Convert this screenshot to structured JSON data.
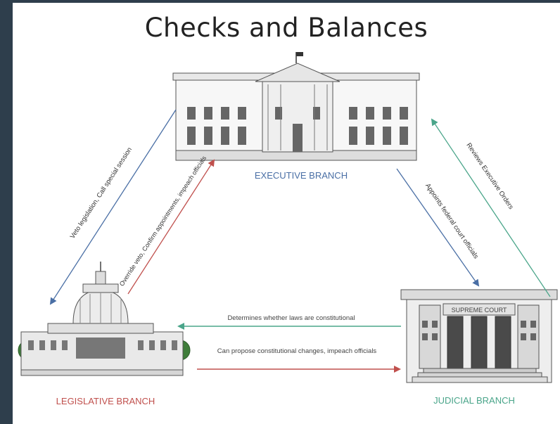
{
  "title": "Checks and Balances",
  "branches": {
    "executive": {
      "label": "EXECUTIVE BRANCH",
      "color": "#4a6fa5"
    },
    "legislative": {
      "label": "LEGISLATIVE BRANCH",
      "color": "#c0504d"
    },
    "judicial": {
      "label": "JUDICIAL BRANCH",
      "color": "#4aa58a"
    }
  },
  "checks": {
    "exec_to_leg": {
      "text": "Veto legislation, Call special session",
      "color": "#4a6fa5"
    },
    "leg_to_exec": {
      "text": "Override veto, Confirm appointments, impeach officials",
      "color": "#c0504d"
    },
    "exec_to_jud": {
      "text": "Appoints federal court officials",
      "color": "#4a6fa5"
    },
    "jud_to_exec": {
      "text": "Reviews Executive Orders",
      "color": "#4aa58a"
    },
    "jud_to_leg": {
      "text": "Determines whether laws are constitutional",
      "color": "#4aa58a"
    },
    "leg_to_jud": {
      "text": "Can propose constitutional changes, impeach officials",
      "color": "#c0504d"
    }
  },
  "court_sign": "SUPREME COURT"
}
